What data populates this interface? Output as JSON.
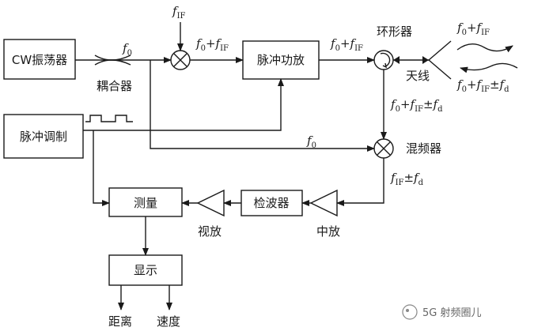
{
  "blocks": {
    "cw_oscillator": "CW振荡器",
    "pulse_modulation": "脉冲调制",
    "pulse_amplifier": "脉冲功放",
    "detector": "检波器",
    "measure": "测量",
    "display": "显示"
  },
  "labels": {
    "coupler": "耦合器",
    "circulator": "环形器",
    "antenna": "天线",
    "mixer": "混频器",
    "video_amp": "视放",
    "if_amp": "中放",
    "range": "距离",
    "velocity": "速度"
  },
  "freq": {
    "f0": "f",
    "f0_sub": "0",
    "fif": "f",
    "fif_sub": "IF",
    "fd": "f",
    "fd_sub": "d",
    "plus": "+",
    "plusminus": "±"
  },
  "watermark": "5G 射频圈儿",
  "colors": {
    "line": "#1a1a1a",
    "watermark": "#777777"
  }
}
